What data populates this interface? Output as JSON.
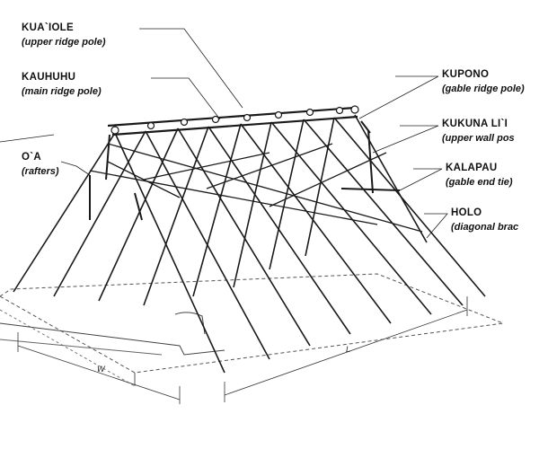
{
  "labels": [
    {
      "key": "kua_iole",
      "name": "KUA`IOLE",
      "desc": "(upper ridge pole)"
    },
    {
      "key": "kauhuhu",
      "name": "KAUHUHU",
      "desc": "(main ridge pole)"
    },
    {
      "key": "o_a",
      "name": "O`A",
      "desc": "(rafters)"
    },
    {
      "key": "kupono",
      "name": "KUPONO",
      "desc": "(gable ridge pole)"
    },
    {
      "key": "kukuna_li_i",
      "name": "KUKUNA LI`I",
      "desc": "(upper wall pos"
    },
    {
      "key": "kalapau",
      "name": "KALAPAU",
      "desc": "(gable end tie)"
    },
    {
      "key": "holo",
      "name": "HOLO",
      "desc": "(diagonal brac"
    }
  ],
  "dimensions": {
    "width": "W",
    "length": "L"
  },
  "colors": {
    "ink": "#1a1a1a",
    "background": "#ffffff"
  }
}
